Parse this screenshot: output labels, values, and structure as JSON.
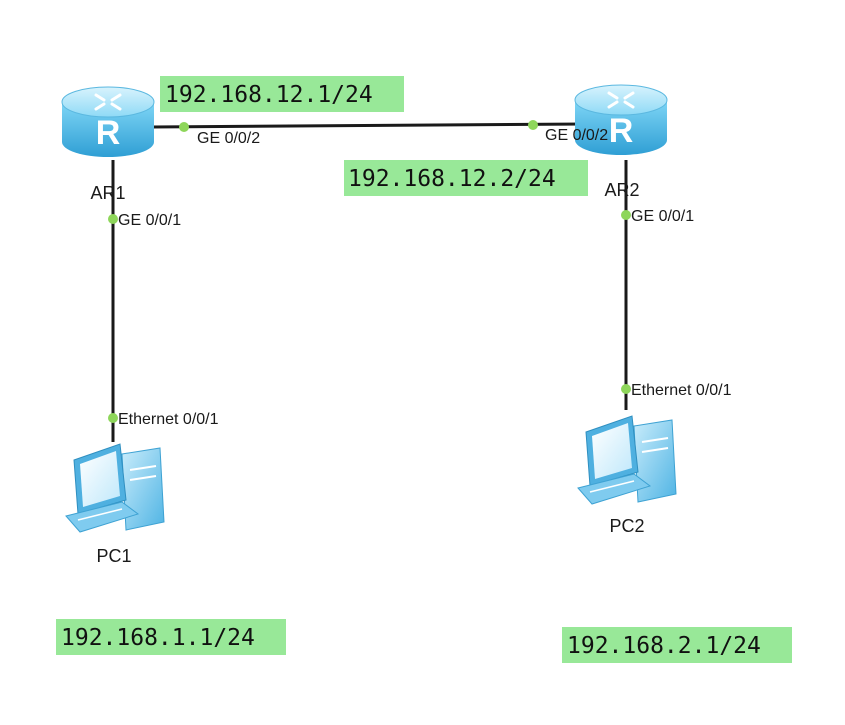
{
  "devices": {
    "ar1": {
      "name": "AR1",
      "icon": "router-icon"
    },
    "ar2": {
      "name": "AR2",
      "icon": "router-icon"
    },
    "pc1": {
      "name": "PC1",
      "icon": "pc-icon"
    },
    "pc2": {
      "name": "PC2",
      "icon": "pc-icon"
    }
  },
  "ports": {
    "ar1_ge002": "GE 0/0/2",
    "ar2_ge002": "GE 0/0/2",
    "ar1_ge001": "GE 0/0/1",
    "ar2_ge001": "GE 0/0/1",
    "pc1_eth": "Ethernet 0/0/1",
    "pc2_eth": "Ethernet 0/0/1"
  },
  "addresses": {
    "ar1_link": "192.168.12.1/24",
    "ar2_link": "192.168.12.2/24",
    "pc1": "192.168.1.1/24",
    "pc2": "192.168.2.1/24"
  },
  "colors": {
    "ip_highlight": "#98e898",
    "port_dot": "#8ed65a",
    "link": "#1a1a1a",
    "router_body": "#5cc4ec",
    "pc_body": "#8fd3f4"
  }
}
